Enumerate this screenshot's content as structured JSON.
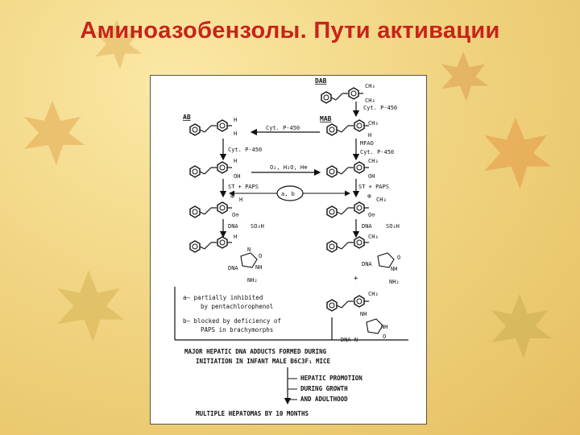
{
  "slide": {
    "title": "Аминоазобензолы. Пути активации"
  },
  "colors": {
    "title": "#c8231a",
    "background": "#f3d98a"
  },
  "diagram": {
    "compounds": {
      "dab": "DAB",
      "mab": "MAB",
      "ab": "AB"
    },
    "labels": {
      "cyt_p450": "Cyt. P-450",
      "mfao": "MFAO",
      "st_paps": "ST + PAPS",
      "o2_h2o_h": "O₂, H₂O, H⊕",
      "ab_node": "a, b",
      "dna": "DNA",
      "so3h": "SO₃H",
      "nh": "NH",
      "nh2": "NH₂",
      "dna_n": "DNA-N",
      "plus": "+"
    },
    "substituents": {
      "ch3": "CH₃",
      "h": "H",
      "oh": "OH",
      "o_minus": "O⊖",
      "plus_charge": "⊕",
      "n": "N",
      "o": "O"
    },
    "notes": {
      "a_line1": "a– partially inhibited",
      "a_line2": "by pentachlorophenol",
      "b_line1": "b– blocked by deficiency of",
      "b_line2": "PAPS in brachymorphs"
    },
    "summary": {
      "line1": "MAJOR HEPATIC DNA ADDUCTS FORMED DURING",
      "line2": "INITIATION IN INFANT MALE B6C3F₁ MICE"
    },
    "promotion": {
      "line1": "HEPATIC PROMOTION",
      "line2": "DURING GROWTH",
      "line3": "AND ADULTHOOD"
    },
    "outcome": "MULTIPLE HEPATOMAS BY 10 MONTHS"
  }
}
